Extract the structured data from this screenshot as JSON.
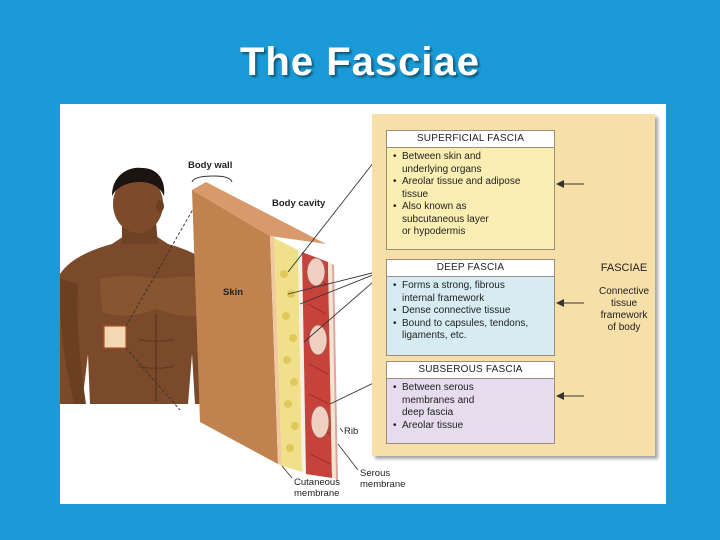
{
  "title": "The Fasciae",
  "labels": {
    "body_wall": "Body wall",
    "body_cavity": "Body cavity",
    "skin": "Skin",
    "rib": "Rib",
    "serous_membrane": [
      "Serous",
      "membrane"
    ],
    "cutaneous_membrane": [
      "Cutaneous",
      "membrane"
    ]
  },
  "boxes": {
    "superficial": {
      "header": "SUPERFICIAL FASCIA",
      "bullets": [
        [
          "Between skin and",
          "underlying organs"
        ],
        [
          "Areolar tissue and adipose",
          "tissue"
        ],
        [
          "Also known as",
          "subcutaneous layer",
          "or hypodermis"
        ]
      ]
    },
    "deep": {
      "header": "DEEP FASCIA",
      "bullets": [
        [
          "Forms a strong, fibrous",
          "internal framework"
        ],
        [
          "Dense connective tissue"
        ],
        [
          "Bound to capsules, tendons,",
          "ligaments, etc."
        ]
      ]
    },
    "subserous": {
      "header": "SUBSEROUS FASCIA",
      "bullets": [
        [
          "Between serous",
          "membranes and",
          "deep fascia"
        ],
        [
          "Areolar tissue"
        ]
      ]
    }
  },
  "fasciae": {
    "title": "FASCIAE",
    "description": [
      "Connective",
      "tissue",
      "framework",
      "of body"
    ]
  },
  "colors": {
    "background": "#1a9ad6",
    "panel": "#f7dfa9",
    "superficial_box": "#fbeeb3",
    "deep_box": "#d6ecf2",
    "subserous_box": "#e5dcee",
    "skin": "#c0824f",
    "muscle": "#c5433a",
    "fat": "#f1e08a"
  }
}
